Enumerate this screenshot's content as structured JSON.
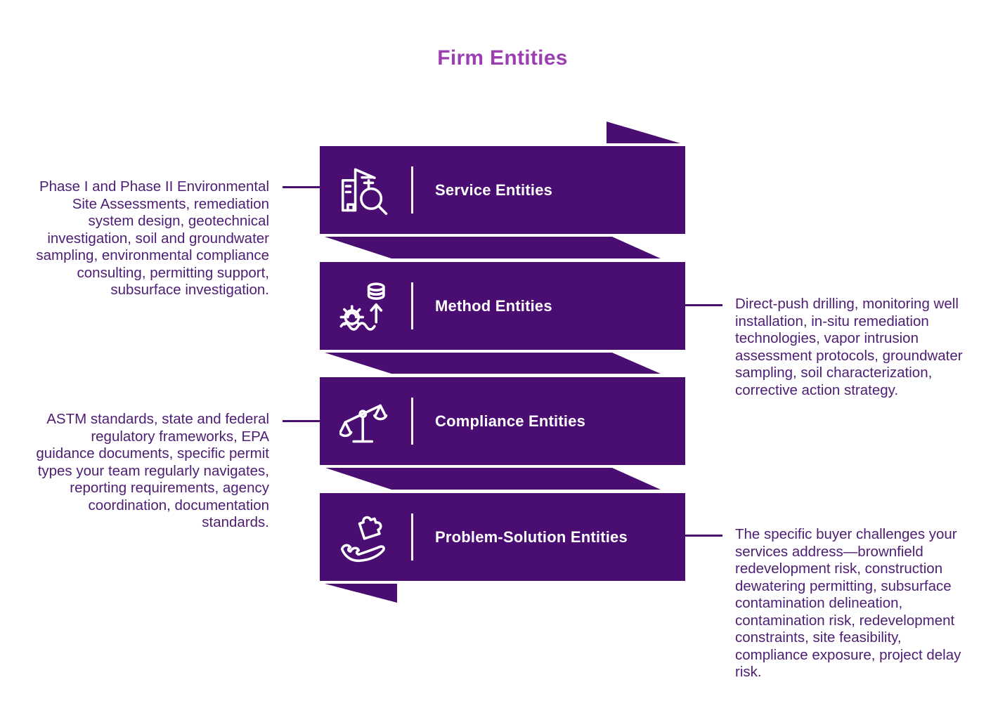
{
  "title": "Firm Entities",
  "colors": {
    "background": "#ffffff",
    "banner": "#4a0d72",
    "banner_text": "#ffffff",
    "title": "#9c3db2",
    "text": "#4e1d73"
  },
  "banners": [
    {
      "label": "Service Entities",
      "icon": "building-search-icon",
      "description_side": "left",
      "description": "Phase I and Phase II Environmental Site Assessments, remediation system design, geotechnical investigation, soil and groundwater sampling, environmental compliance consulting, permitting support, subsurface investigation."
    },
    {
      "label": "Method Entities",
      "icon": "gear-extraction-icon",
      "description_side": "right",
      "description": "Direct-push drilling, monitoring well installation, in-situ remediation technologies, vapor intrusion assessment protocols, groundwater sampling, soil characterization, corrective action strategy."
    },
    {
      "label": "Compliance Entities",
      "icon": "balance-scale-icon",
      "description_side": "left",
      "description": "ASTM standards, state and federal regulatory frameworks, EPA guidance documents, specific permit types your team regularly navigates, reporting requirements, agency coordination, documentation standards."
    },
    {
      "label": "Problem-Solution Entities",
      "icon": "hand-puzzle-icon",
      "description_side": "right",
      "description": "The specific buyer challenges your services address—brownfield redevelopment risk, construction dewatering permitting, subsurface contamination delineation, contamination risk, redevelopment constraints, site feasibility, compliance exposure, project delay risk."
    }
  ]
}
